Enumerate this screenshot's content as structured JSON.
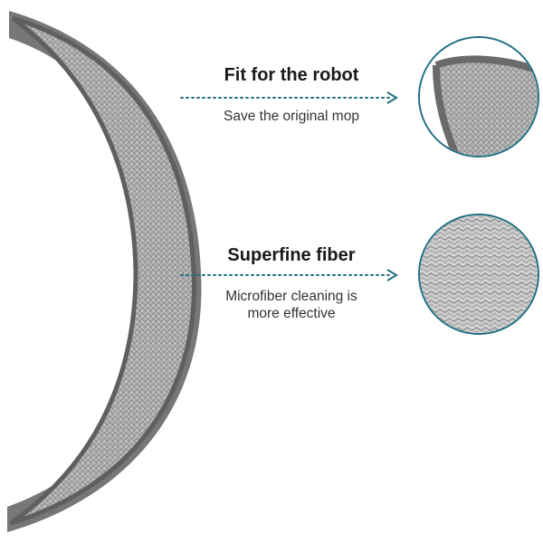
{
  "features": [
    {
      "title": "Fit for the robot",
      "description": "Save the original mop",
      "thumb_icon": "mop-edge-closeup-icon"
    },
    {
      "title": "Superfine fiber",
      "description_lines": [
        "Microfiber cleaning is",
        "more effective"
      ],
      "thumb_icon": "microfiber-texture-closeup-icon"
    }
  ],
  "colors": {
    "accent_teal": "#1f6f82",
    "mop_gray": "#9a9a9a",
    "mop_border": "#6e6e6e"
  },
  "product_icon": "crescent-mop-pad-icon"
}
